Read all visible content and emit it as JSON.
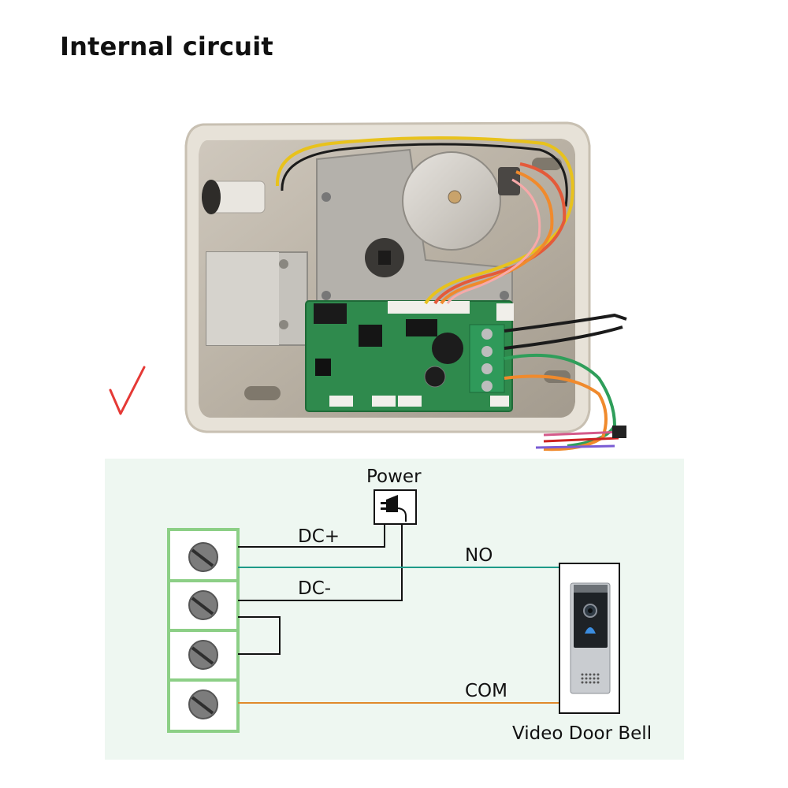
{
  "title": "Internal circuit",
  "diagram": {
    "power_label": "Power",
    "wire_labels": {
      "dc_plus": "DC+",
      "no": "NO",
      "dc_minus": "DC-",
      "com": "COM"
    },
    "device_label": "Video Door Bell",
    "colors": {
      "panel_bg": "#eef7f1",
      "terminal_border": "#8ccf86",
      "no_wire": "#1e9a88",
      "com_wire": "#e08a2c",
      "dc_wire": "#111111",
      "checkmark": "#e53935"
    }
  },
  "icons": [
    "checkmark-icon",
    "power-adapter-icon",
    "screw-icon",
    "doorbell-camera-icon",
    "doorbell-button-icon",
    "speaker-grille-icon"
  ]
}
